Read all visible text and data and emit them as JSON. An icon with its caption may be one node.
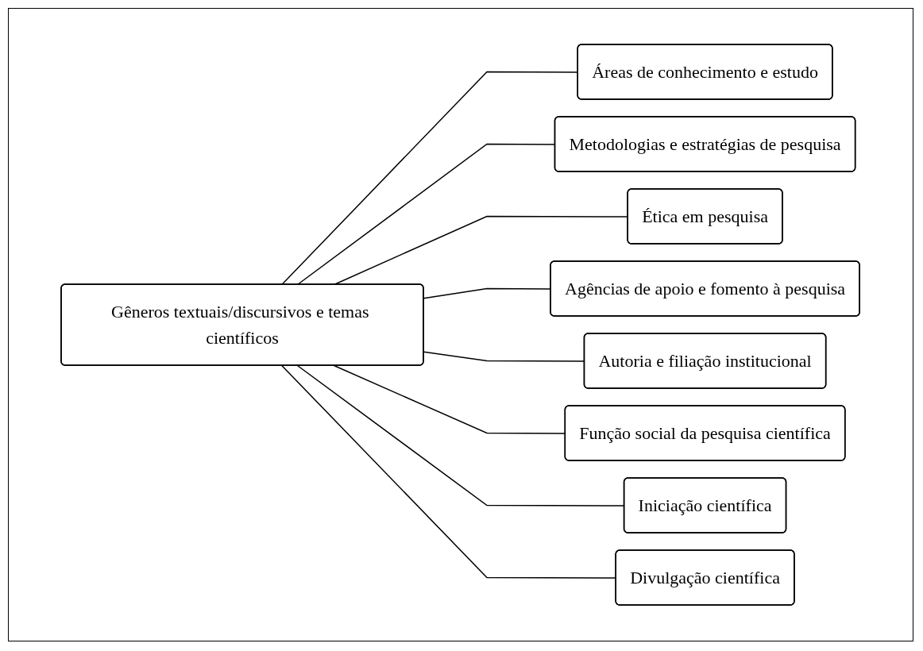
{
  "diagram": {
    "nodes": [
      {
        "text": [
          "Gêneros textuais/discursivos e temas científicos"
        ]
      },
      {
        "text": [
          "Áreas de conhecimento e estudo"
        ]
      },
      {
        "text": [
          "Metodologias e estratégias de pesquisa"
        ]
      },
      {
        "text": [
          "Ética em pesquisa"
        ]
      },
      {
        "text": [
          "Agências de apoio e fomento à pesquisa"
        ]
      },
      {
        "text": [
          "Autoria e filiação institucional"
        ]
      },
      {
        "text": [
          "Função social da pesquisa científica"
        ]
      },
      {
        "text": [
          "Iniciação científica"
        ]
      },
      {
        "text": [
          "Divulgação científica"
        ]
      }
    ],
    "edges": [
      {
        "from": 0,
        "to": 1,
        "arrow": "none"
      },
      {
        "from": 0,
        "to": 2,
        "arrow": "none"
      },
      {
        "from": 0,
        "to": 3,
        "arrow": "none"
      },
      {
        "from": 0,
        "to": 4,
        "arrow": "none"
      },
      {
        "from": 0,
        "to": 5,
        "arrow": "none"
      },
      {
        "from": 0,
        "to": 6,
        "arrow": "none"
      },
      {
        "from": 0,
        "to": 7,
        "arrow": "none"
      },
      {
        "from": 0,
        "to": 8,
        "arrow": "none"
      }
    ]
  }
}
